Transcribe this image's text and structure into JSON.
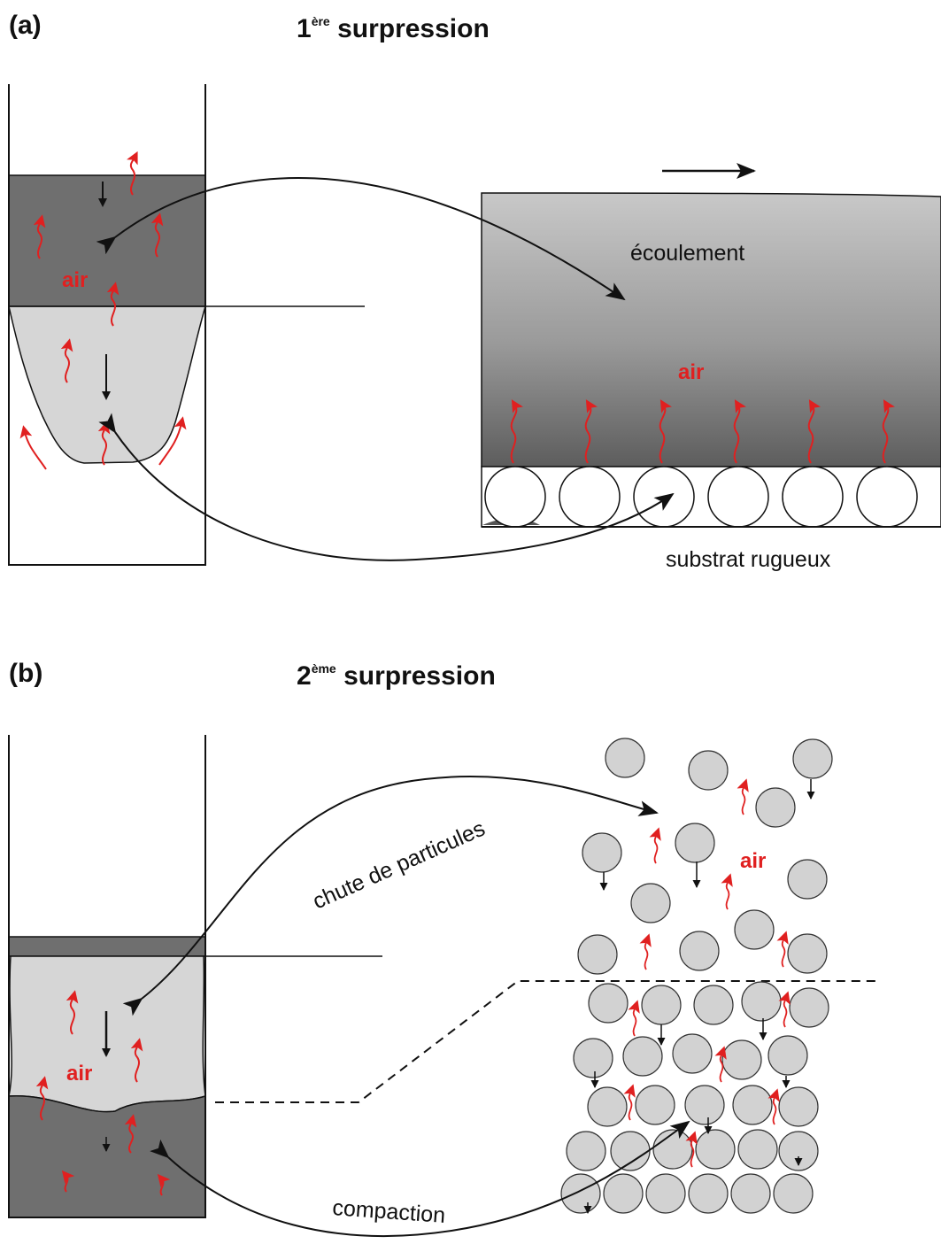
{
  "panel_a": {
    "label": "(a)",
    "title_number": "1",
    "title_sup": "ère",
    "title_text": "surpression",
    "flow_label": "écoulement",
    "air_label_tube": "air",
    "air_label_flow": "air",
    "substrate_label": "substrat rugueux"
  },
  "panel_b": {
    "label": "(b)",
    "title_number": "2",
    "title_sup": "ème",
    "title_text": "surpression",
    "falling_label": "chute de particules",
    "compaction_label": "compaction",
    "air_label_tube": "air",
    "air_label_particles": "air"
  },
  "colors": {
    "dark_gray": "#6f6f6f",
    "light_gray": "#d6d6d6",
    "particle": "#cfcfcf",
    "air_red": "#e02020",
    "line": "#111111"
  }
}
